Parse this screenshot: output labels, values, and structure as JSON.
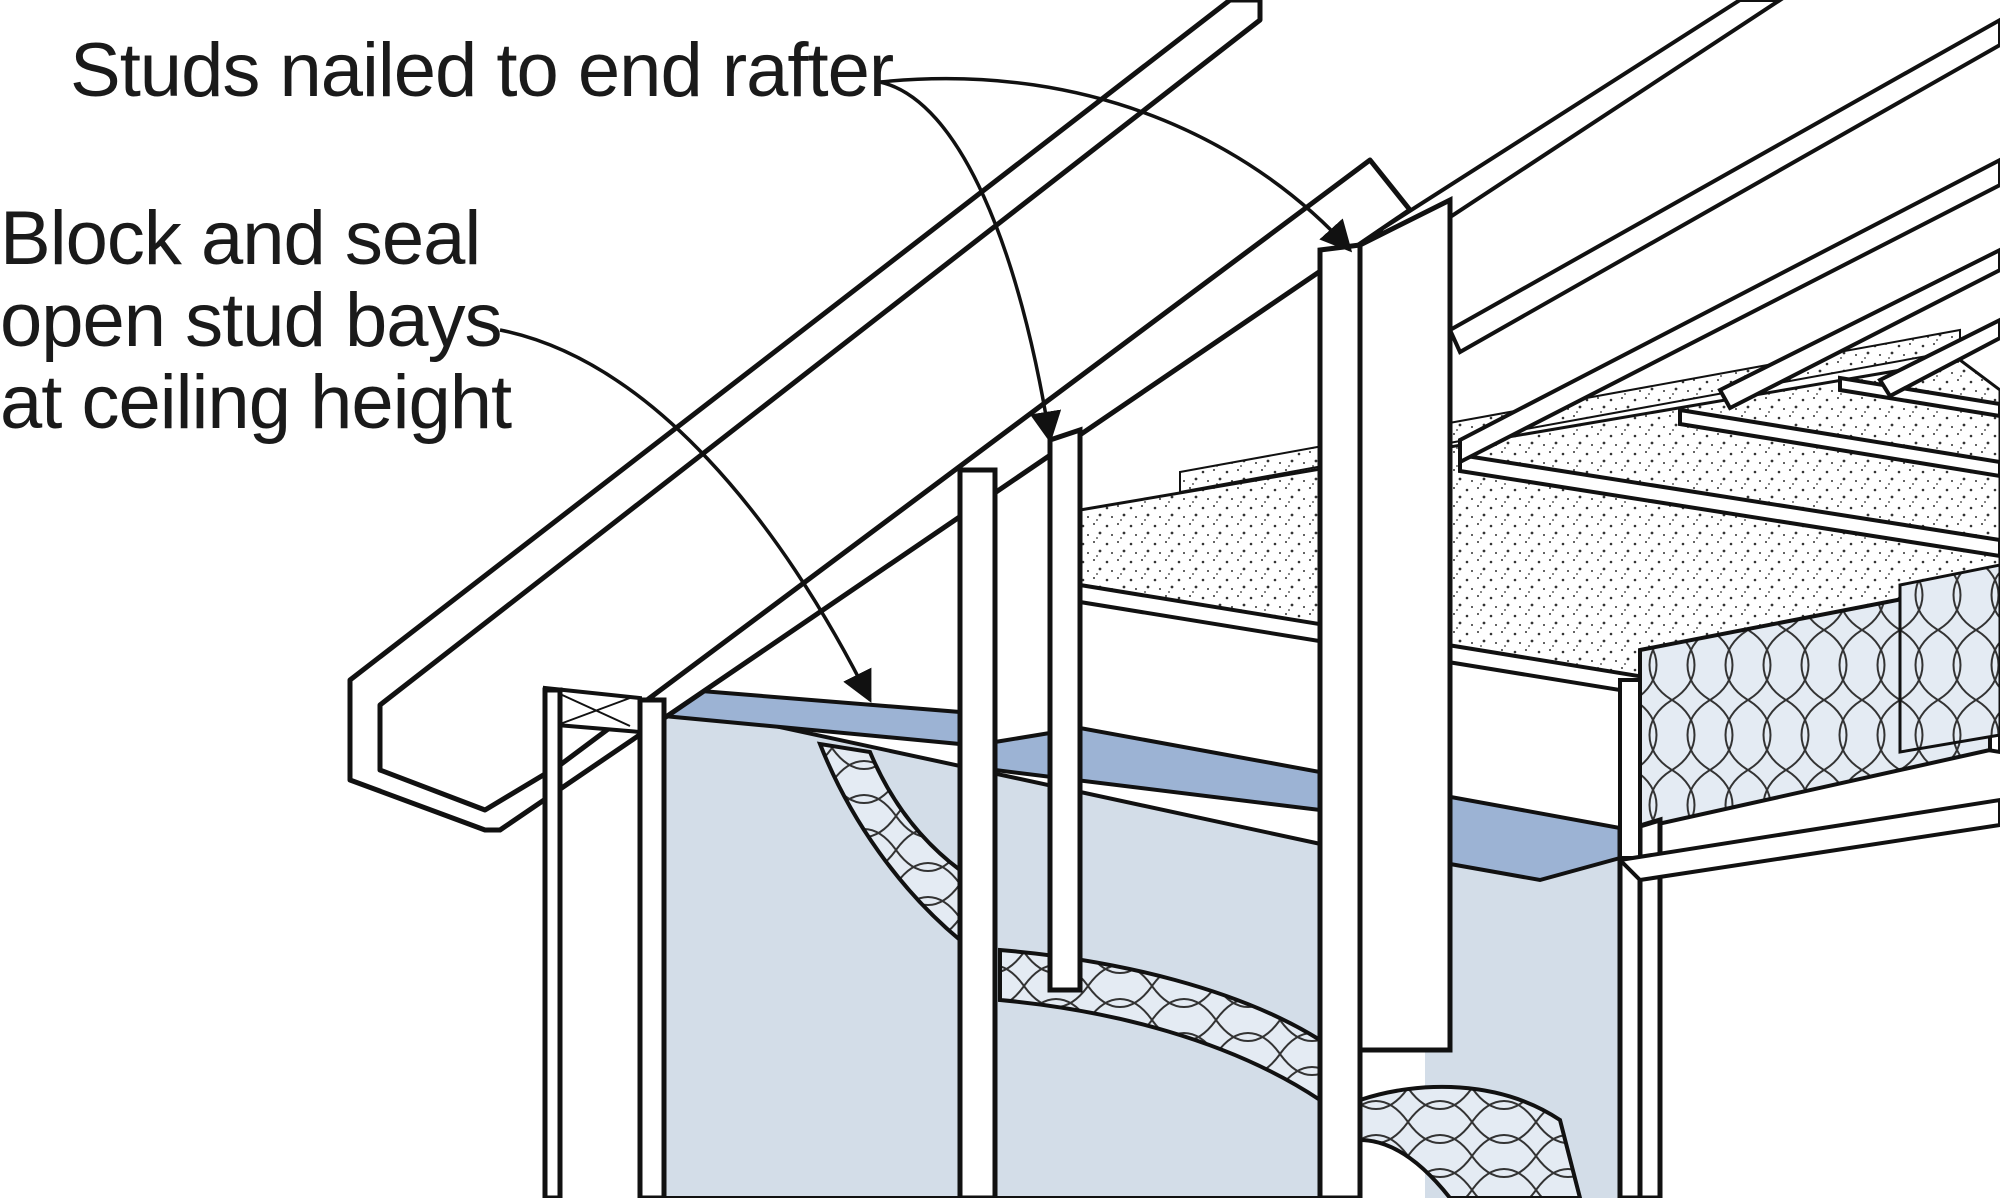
{
  "callouts": {
    "studs": "Studs nailed to end rafter",
    "block_lines": [
      "Block and seal",
      "open stud bays",
      "at ceiling height"
    ]
  },
  "colors": {
    "ink": "#1a1a1a",
    "wall_panel": "#d3dde8",
    "blocking": "#9cb3d4",
    "insulation": "#e4ebf3",
    "insulation_shadow": "#6b6b6b",
    "wood": "#ffffff"
  }
}
